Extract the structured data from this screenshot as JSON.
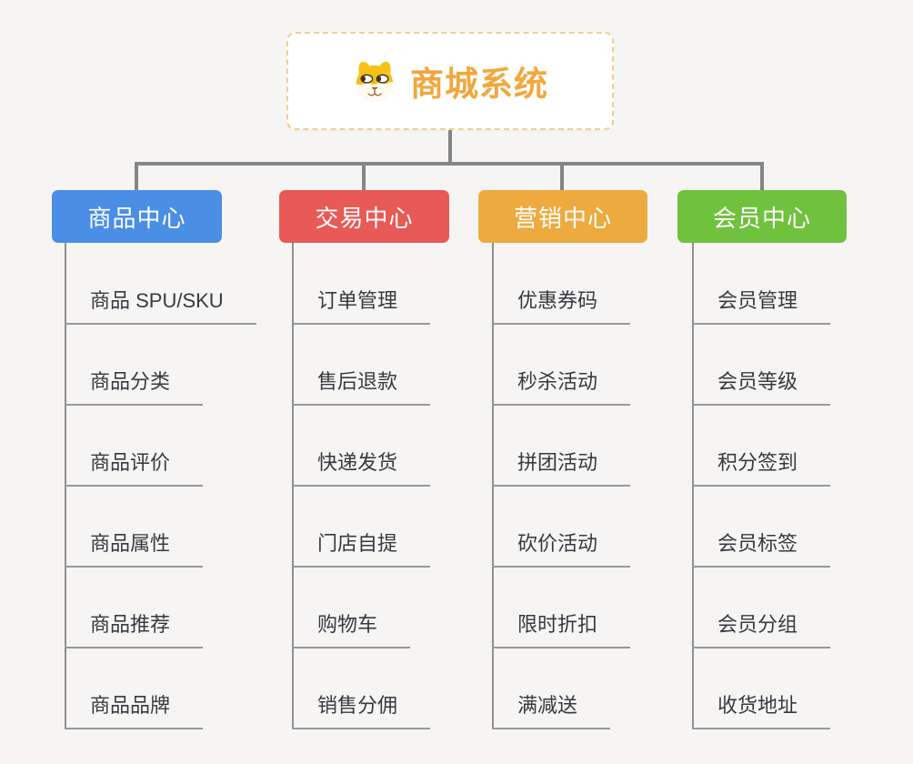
{
  "canvas": {
    "background_color": "#f6f5f4",
    "connector_color": "#858585"
  },
  "root": {
    "title": "商城系统",
    "icon": "dog-face-icon",
    "text_color": "#f2a73d",
    "border_color": "#f2cd92"
  },
  "branches": [
    {
      "label": "商品中心",
      "color": "#4a8ee6",
      "items": [
        "商品 SPU/SKU",
        "商品分类",
        "商品评价",
        "商品属性",
        "商品推荐",
        "商品品牌"
      ]
    },
    {
      "label": "交易中心",
      "color": "#e85a55",
      "items": [
        "订单管理",
        "售后退款",
        "快递发货",
        "门店自提",
        "购物车",
        "销售分佣"
      ]
    },
    {
      "label": "营销中心",
      "color": "#edab3f",
      "items": [
        "优惠券码",
        "秒杀活动",
        "拼团活动",
        "砍价活动",
        "限时折扣",
        "满减送"
      ]
    },
    {
      "label": "会员中心",
      "color": "#70c23e",
      "items": [
        "会员管理",
        "会员等级",
        "积分签到",
        "会员标签",
        "会员分组",
        "收货地址"
      ]
    }
  ]
}
